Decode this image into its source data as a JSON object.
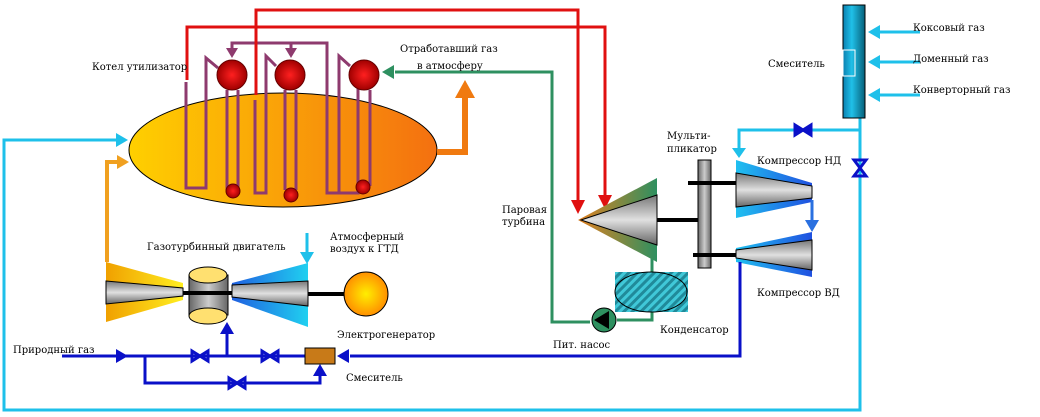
{
  "labels": {
    "boiler": "Котел утилизатор",
    "exhaust_1": "Отработавший газ",
    "exhaust_2": "в атмосферу",
    "mixer_top": "Смеситель",
    "coke_gas": "Коксовый газ",
    "blast_gas": "Доменный газ",
    "converter_gas": "Конверторный газ",
    "multiplier_1": "Мульти-",
    "multiplier_2": "пликатор",
    "compressor_lp": "Компрессор НД",
    "steam_turbine_1": "Паровая",
    "steam_turbine_2": "турбина",
    "compressor_hp": "Компрессор ВД",
    "gas_turbine": "Газотурбинный двигатель",
    "air_1": "Атмосферный",
    "air_2": "воздух к ГТД",
    "generator": "Электрогенератор",
    "natural_gas": "Природный газ",
    "feed_pump": "Пит. насос",
    "condenser": "Конденсатор",
    "mixer_bottom": "Смеситель"
  },
  "colors": {
    "steam": "#e01010",
    "water": "#2e9060",
    "coil": "#8e3a6e",
    "exhaust": "#f07a10",
    "fuel_gas": "#1ec0ea",
    "natural_gas": "#0a10c8"
  }
}
